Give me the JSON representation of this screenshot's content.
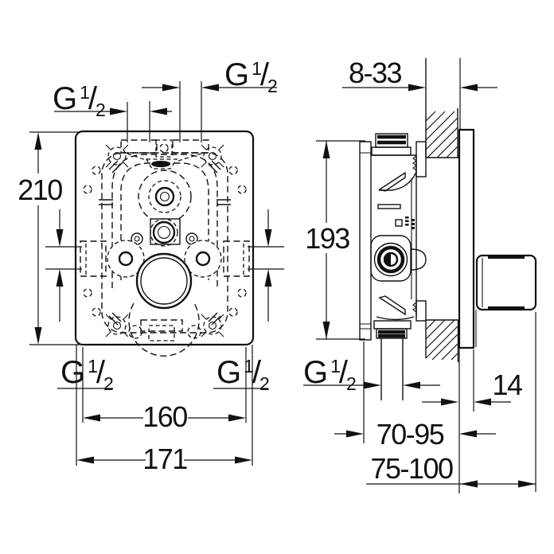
{
  "page": {
    "background_color": "#ffffff",
    "line_color": "#111111",
    "description_dims_px": "696x696 technical installation drawing, front view and side view of concealed valve body"
  },
  "thread": {
    "prefix": "G",
    "num": "1",
    "slash": "/",
    "den": "2"
  },
  "dims": {
    "front": {
      "height": "210",
      "spacing": "160",
      "width": "171"
    },
    "side": {
      "mounting_depth": "8-33",
      "height": "193",
      "plate": "14",
      "depth_min": "70-95",
      "depth_max": "75-100"
    }
  }
}
